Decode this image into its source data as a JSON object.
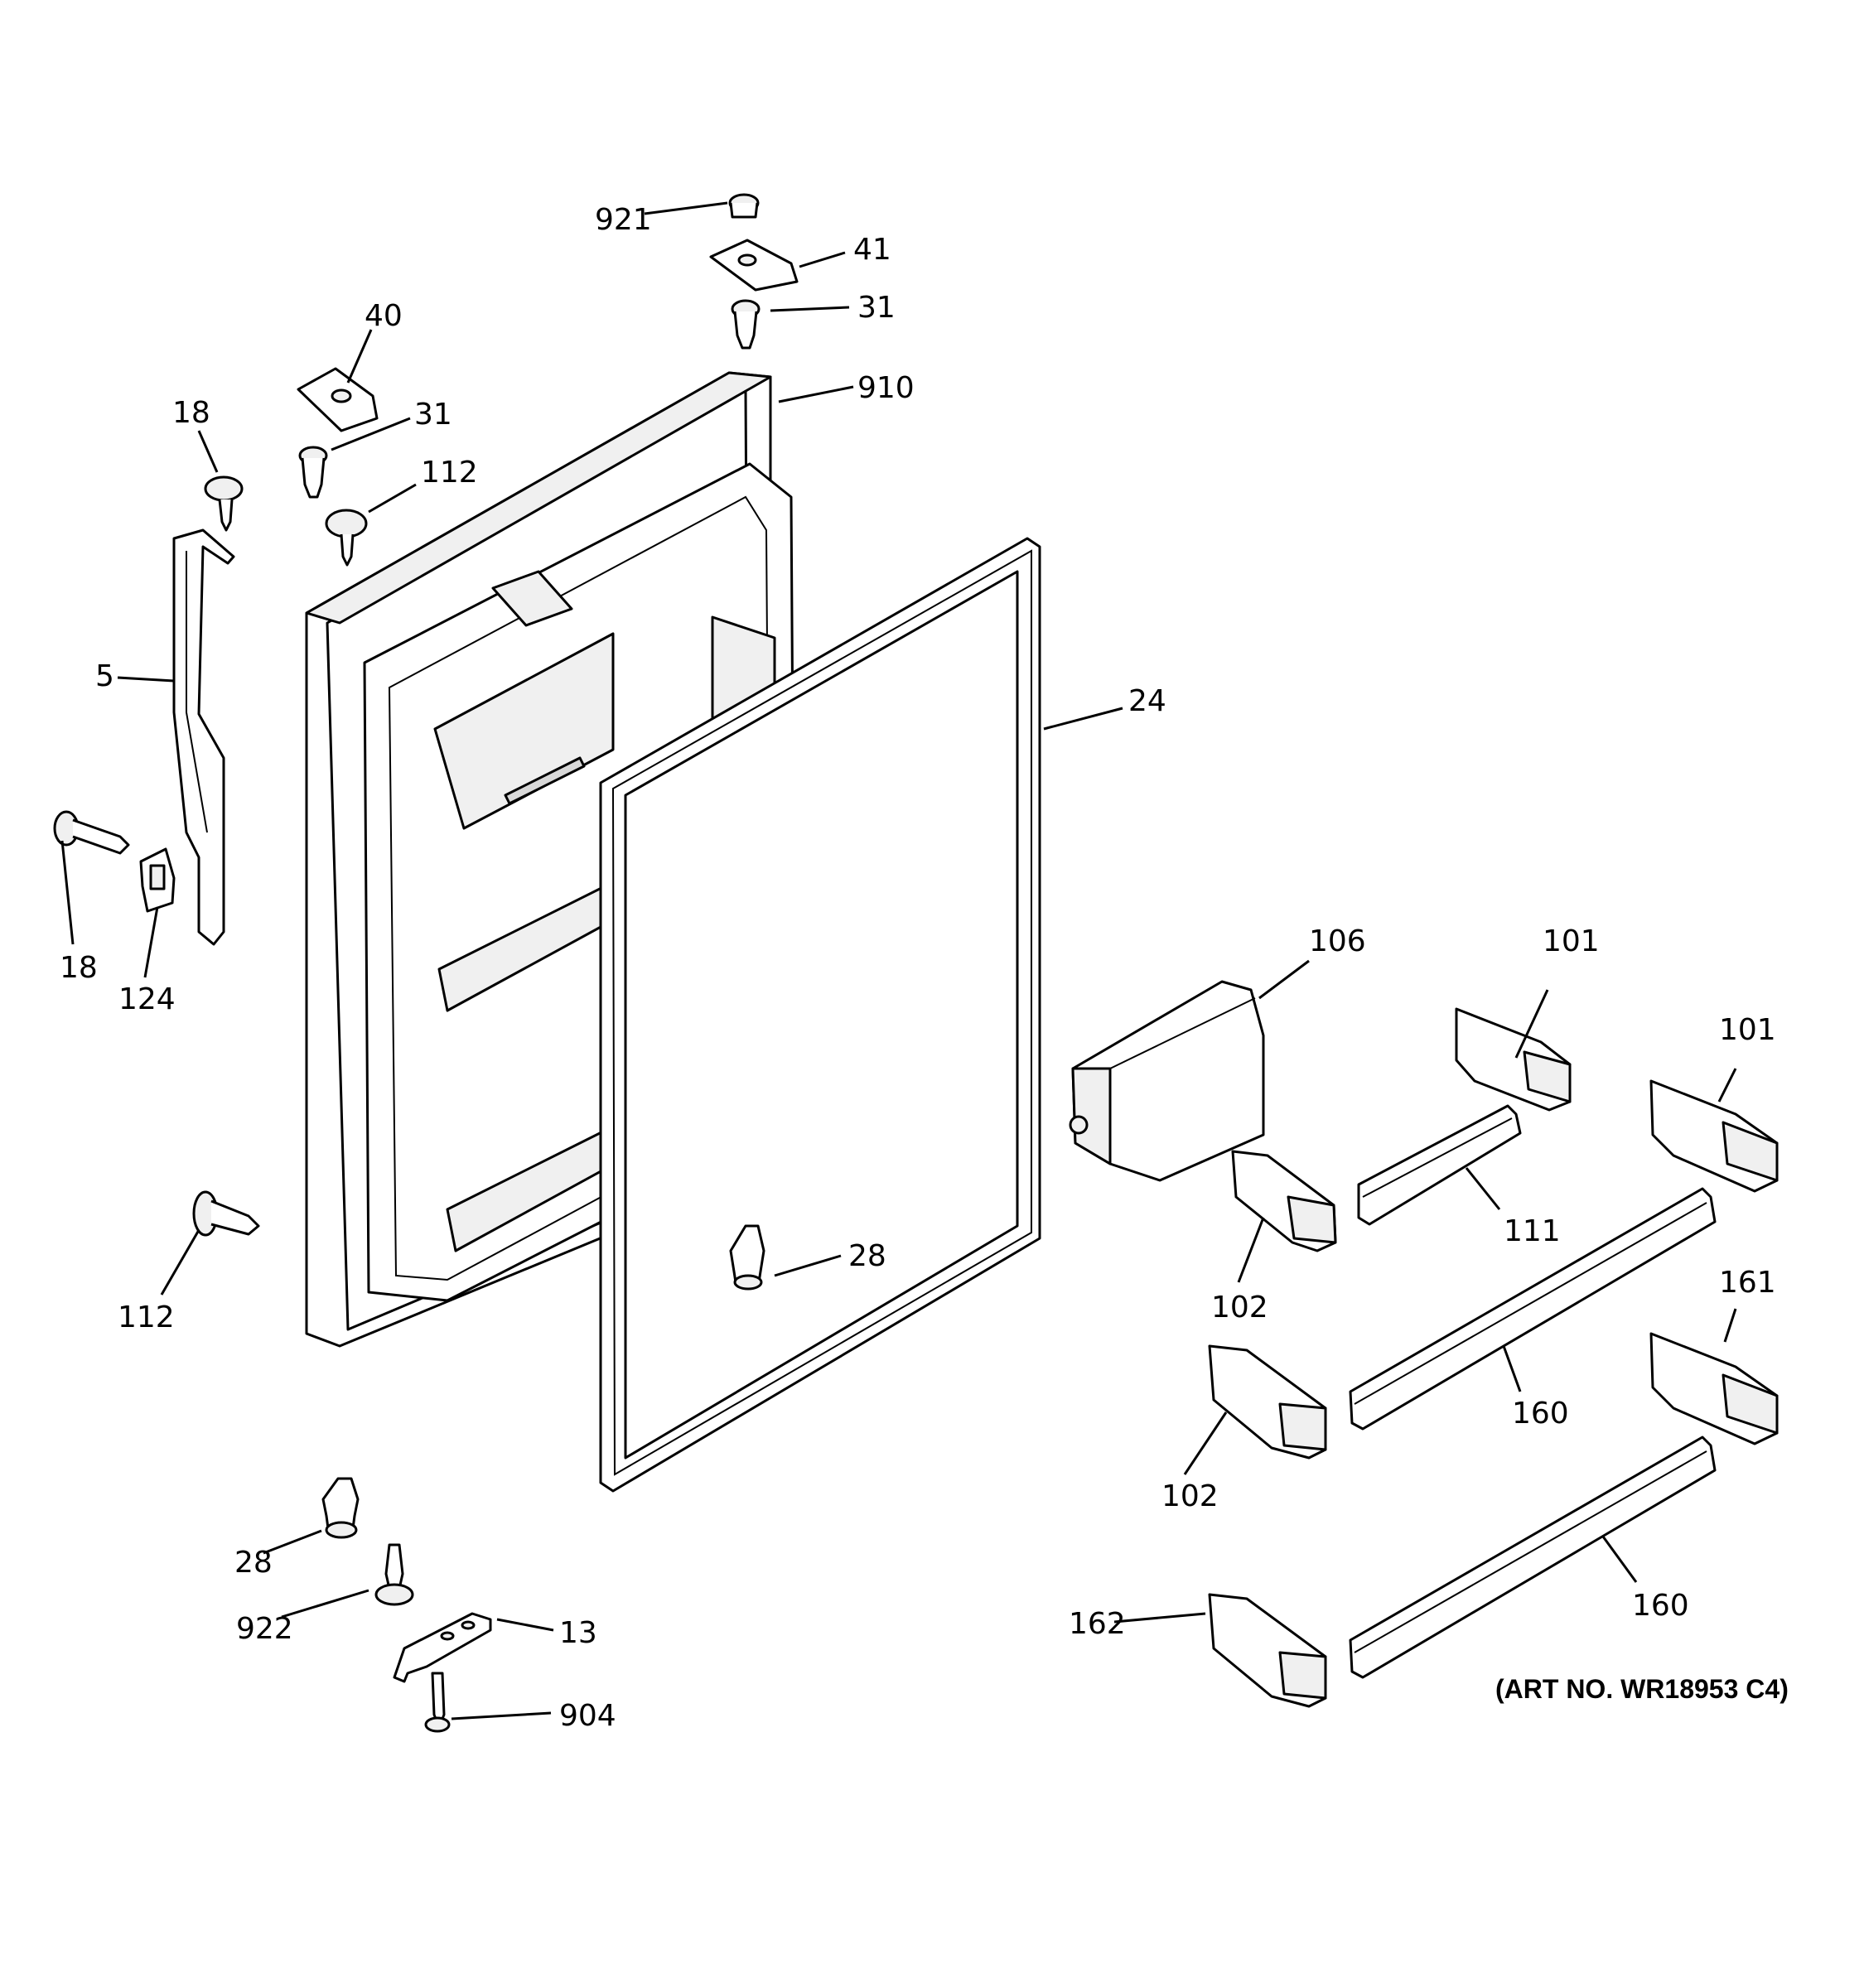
{
  "diagram": {
    "art_number": "(ART NO. WR18953 C4)",
    "callouts": {
      "c921": "921",
      "c41": "41",
      "c31_top": "31",
      "c40": "40",
      "c910": "910",
      "c31_left": "31",
      "c18_top": "18",
      "c112_top": "112",
      "c5": "5",
      "c24": "24",
      "c18_bottom": "18",
      "c124": "124",
      "c106": "106",
      "c101_a": "101",
      "c101_b": "101",
      "c111": "111",
      "c102_a": "102",
      "c112_bottom": "112",
      "c28_door": "28",
      "c161": "161",
      "c160_a": "160",
      "c102_b": "102",
      "c28_bottom": "28",
      "c922": "922",
      "c13": "13",
      "c160_b": "160",
      "c162": "162",
      "c904": "904"
    }
  }
}
